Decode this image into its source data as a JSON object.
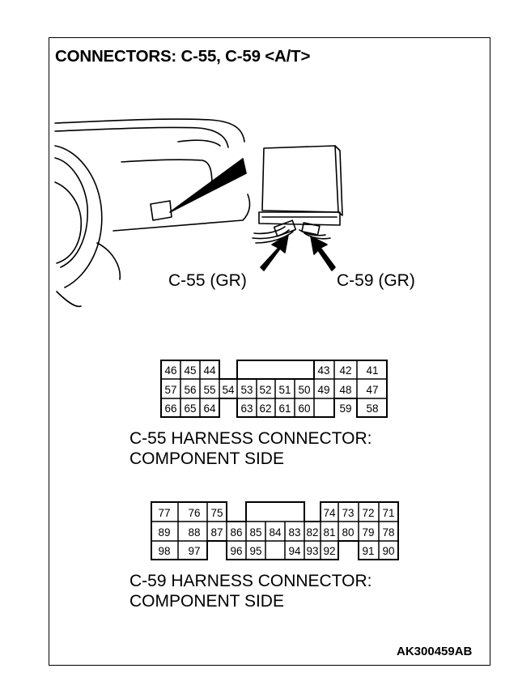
{
  "title": "CONNECTORS: C-55, C-59 <A/T>",
  "callouts": {
    "c55": "C-55 (GR)",
    "c59": "C-59 (GR)"
  },
  "c55_connector": {
    "caption_line1": "C-55 HARNESS CONNECTOR:",
    "caption_line2": "COMPONENT SIDE",
    "rows": [
      [
        "46",
        "45",
        "44",
        "43",
        "42",
        "41"
      ],
      [
        "57",
        "56",
        "55",
        "54",
        "53",
        "52",
        "51",
        "50",
        "49",
        "48",
        "47"
      ],
      [
        "66",
        "65",
        "64",
        "63",
        "62",
        "61",
        "60",
        "59",
        "58"
      ]
    ]
  },
  "c59_connector": {
    "caption_line1": "C-59 HARNESS CONNECTOR:",
    "caption_line2": "COMPONENT SIDE",
    "rows": [
      [
        "77",
        "76",
        "75",
        "74",
        "73",
        "72",
        "71"
      ],
      [
        "89",
        "88",
        "87",
        "86",
        "85",
        "84",
        "83",
        "82",
        "81",
        "80",
        "79",
        "78"
      ],
      [
        "98",
        "97",
        "96",
        "95",
        "94",
        "93",
        "92",
        "91",
        "90"
      ]
    ]
  },
  "figure_id": "AK300459AB"
}
